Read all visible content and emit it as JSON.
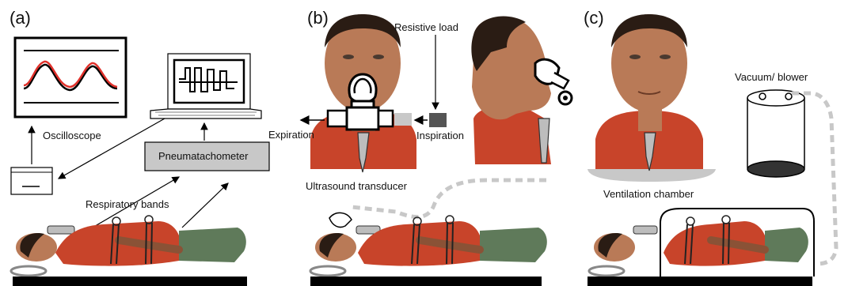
{
  "panels": [
    {
      "id": "a",
      "tag": "(a)"
    },
    {
      "id": "b",
      "tag": "(b)"
    },
    {
      "id": "c",
      "tag": "(c)"
    }
  ],
  "labels": {
    "oscilloscope": "Oscilloscope",
    "pneumatachometer": "Pneumatachometer",
    "respiratory_bands": "Respiratory bands",
    "resistive_load": "Resistive load",
    "expiration": "Expiration",
    "inspiration": "Inspiration",
    "ultrasound_transducer": "Ultrasound transducer",
    "vacuum_blower": "Vacuum/ blower",
    "ventilation_chamber": "Ventilation chamber"
  },
  "colors": {
    "skin": "#b97a57",
    "skin_dark": "#8a5236",
    "hair": "#2a1c14",
    "shirt": "#c8442a",
    "pants": "#5f7a5a",
    "signal_red": "#e0302a",
    "box_gray": "#c8c8c8",
    "dashed_tube": "#c8c8c8",
    "floor": "#000000"
  }
}
